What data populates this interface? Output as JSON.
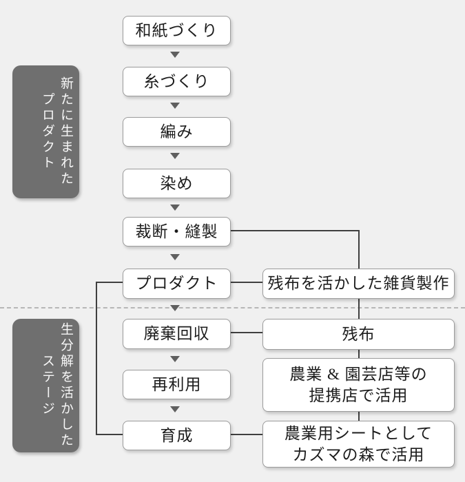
{
  "diagram": {
    "type": "flowchart",
    "colors": {
      "background": "#f0f0f0",
      "box_fill": "#ffffff",
      "box_border": "#9b9b9b",
      "box_text": "#1c1c1c",
      "connector_line": "#3f3f3f",
      "divider_dashed": "#b6b6b6",
      "arrow": "#5f5f5f",
      "stage_label_bg": "#6f6f6f",
      "stage_label_text": "#f7f7f7"
    },
    "stage_labels": [
      {
        "columns": [
          "新たに生まれた",
          "プロダクト"
        ]
      },
      {
        "columns": [
          "生分解を活かした",
          "ステージ"
        ]
      }
    ],
    "flow_steps": [
      "和紙づくり",
      "糸づくり",
      "編み",
      "染め",
      "裁断・縫製",
      "プロダクト",
      "廃棄回収",
      "再利用",
      "育成"
    ],
    "side_nodes": [
      {
        "lines": [
          "残布を活かした雑貨製作"
        ]
      },
      {
        "lines": [
          "残布"
        ]
      },
      {
        "lines": [
          "農業 & 園芸店等の",
          "提携店で活用"
        ]
      },
      {
        "lines": [
          "農業用シートとして",
          "カズマの森で活用"
        ]
      }
    ]
  }
}
